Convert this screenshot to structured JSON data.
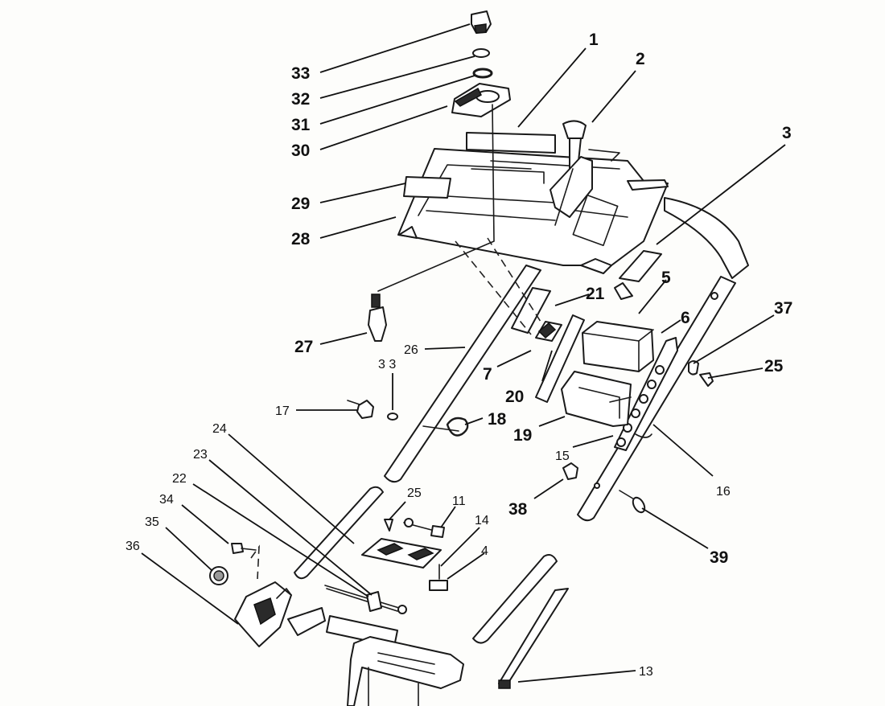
{
  "diagram": {
    "type": "exploded-parts-diagram",
    "callouts": [
      {
        "id": "p1",
        "label": "1"
      },
      {
        "id": "p2",
        "label": "2"
      },
      {
        "id": "p3",
        "label": "3"
      },
      {
        "id": "p4",
        "label": "4"
      },
      {
        "id": "p5",
        "label": "5"
      },
      {
        "id": "p6",
        "label": "6"
      },
      {
        "id": "p7",
        "label": "7"
      },
      {
        "id": "p11",
        "label": "11"
      },
      {
        "id": "p13",
        "label": "13"
      },
      {
        "id": "p14",
        "label": "14"
      },
      {
        "id": "p15",
        "label": "15"
      },
      {
        "id": "p16",
        "label": "16"
      },
      {
        "id": "p17",
        "label": "17"
      },
      {
        "id": "p18",
        "label": "18"
      },
      {
        "id": "p19",
        "label": "19"
      },
      {
        "id": "p20",
        "label": "20"
      },
      {
        "id": "p21",
        "label": "21"
      },
      {
        "id": "p22",
        "label": "22"
      },
      {
        "id": "p23",
        "label": "23"
      },
      {
        "id": "p24",
        "label": "24"
      },
      {
        "id": "p25a",
        "label": "25"
      },
      {
        "id": "p25b",
        "label": "25"
      },
      {
        "id": "p26",
        "label": "26"
      },
      {
        "id": "p27",
        "label": "27"
      },
      {
        "id": "p28",
        "label": "28"
      },
      {
        "id": "p29",
        "label": "29"
      },
      {
        "id": "p30",
        "label": "30"
      },
      {
        "id": "p31",
        "label": "31"
      },
      {
        "id": "p32",
        "label": "32"
      },
      {
        "id": "p33a",
        "label": "33"
      },
      {
        "id": "p33b",
        "label": "3 3"
      },
      {
        "id": "p34",
        "label": "34"
      },
      {
        "id": "p35",
        "label": "35"
      },
      {
        "id": "p36",
        "label": "36"
      },
      {
        "id": "p37",
        "label": "37"
      },
      {
        "id": "p38",
        "label": "38"
      },
      {
        "id": "p39",
        "label": "39"
      }
    ]
  }
}
